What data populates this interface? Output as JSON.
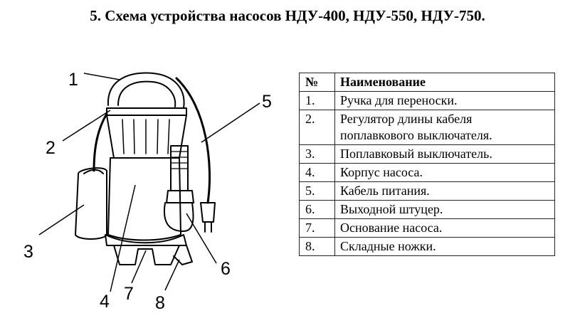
{
  "title": "5. Схема устройства насосов НДУ-400, НДУ-550, НДУ-750.",
  "callouts": [
    "1",
    "2",
    "3",
    "4",
    "5",
    "6",
    "7",
    "8"
  ],
  "table": {
    "headers": [
      "№",
      "Наименование"
    ],
    "rows": [
      {
        "num": "1.",
        "lines": [
          "Ручка для переноски."
        ]
      },
      {
        "num": "2.",
        "lines": [
          "Регулятор длины кабеля",
          "поплавкового выключателя."
        ]
      },
      {
        "num": "3.",
        "lines": [
          "Поплавковый выключатель."
        ]
      },
      {
        "num": "4.",
        "lines": [
          "Корпус насоса."
        ]
      },
      {
        "num": "5.",
        "lines": [
          "Кабель питания."
        ]
      },
      {
        "num": "6.",
        "lines": [
          "Выходной штуцер."
        ]
      },
      {
        "num": "7.",
        "lines": [
          "Основание насоса."
        ]
      },
      {
        "num": "8.",
        "lines": [
          "Складные ножки."
        ]
      }
    ]
  }
}
